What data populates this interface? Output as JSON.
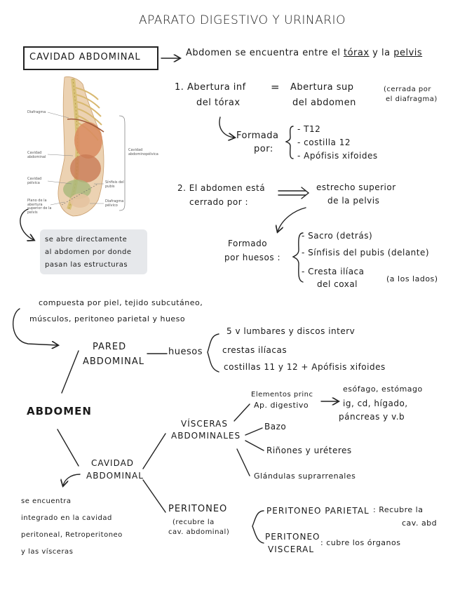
{
  "title": "APARATO DIGESTIVO Y URINARIO",
  "cavidad_box": "CAVIDAD ABDOMINAL",
  "intro": {
    "pre": "Abdomen se encuentra entre el",
    "torax": "tórax",
    "mid": "y la",
    "pelvis": "pelvis"
  },
  "apertura": {
    "line1_left": "1. Abertura inf",
    "line1_eq": "=",
    "line1_right": "Abertura sup",
    "line2_left": "del tórax",
    "line2_right": "del abdomen",
    "note1": "(cerrada por",
    "note2": "el diafragma)",
    "formada": "Formada",
    "por": "por:",
    "items": [
      "- T12",
      "- costilla 12",
      "- Apófisis xifoides"
    ]
  },
  "cerrado": {
    "line1": "2. El abdomen está",
    "line2": "cerrado por :",
    "right1": "estrecho superior",
    "right2": "de la pelvis",
    "formado1": "Formado",
    "formado2": "por huesos :",
    "items": [
      "- Sacro (detrás)",
      "- Sínfisis del pubis (delante)",
      "- Cresta ilíaca",
      "del coxal"
    ],
    "lados": "(a los lados)"
  },
  "figure": {
    "labels": [
      "Diafragma",
      "Cavidad abdominal",
      "Cavidad pélvica",
      "Plano de la abertura superior de la pelvis",
      "Cavidad abdominopélvica",
      "Sínfisis del pubis",
      "Diafragma pélvico"
    ]
  },
  "grey_note": [
    "se abre directamente",
    "al abdomen por donde",
    "pasan las estructuras"
  ],
  "pared_note": [
    "compuesta por piel, tejido subcutáneo,",
    "músculos, peritoneo parietal y hueso"
  ],
  "pared": {
    "title1": "PARED",
    "title2": "ABDOMINAL",
    "huesos": "huesos",
    "items": [
      "5 v lumbares y discos interv",
      "crestas ilíacas",
      "costillas 11 y 12 + Apófisis xifoides"
    ]
  },
  "abdomen": "ABDOMEN",
  "cavidad": {
    "title1": "CAVIDAD",
    "title2": "ABDOMINAL"
  },
  "cavidad_note": [
    "se encuentra",
    "integrado en la cavidad",
    "peritoneal, Retroperitoneo",
    "y las vísceras"
  ],
  "visceras": {
    "title1": "VÍSCERAS",
    "title2": "ABDOMINALES",
    "elementos1": "Elementos princ",
    "elementos2": "Ap. digestivo",
    "digestivo": [
      "esófago, estómago",
      "ig, cd, hígado,",
      "páncreas y v.b"
    ],
    "items": [
      "Bazo",
      "Riñones y uréteres",
      "Glándulas suprarrenales"
    ]
  },
  "peritoneo": {
    "title": "PERITONEO",
    "sub1": "(recubre la",
    "sub2": "cav. abdominal)",
    "parietal": "PERITONEO PARIETAL",
    "parietal_desc1": ": Recubre la",
    "parietal_desc2": "cav. abd",
    "visceral1": "PERITONEO",
    "visceral2": "VISCERAL",
    "visceral_desc": ": cubre los órganos"
  }
}
